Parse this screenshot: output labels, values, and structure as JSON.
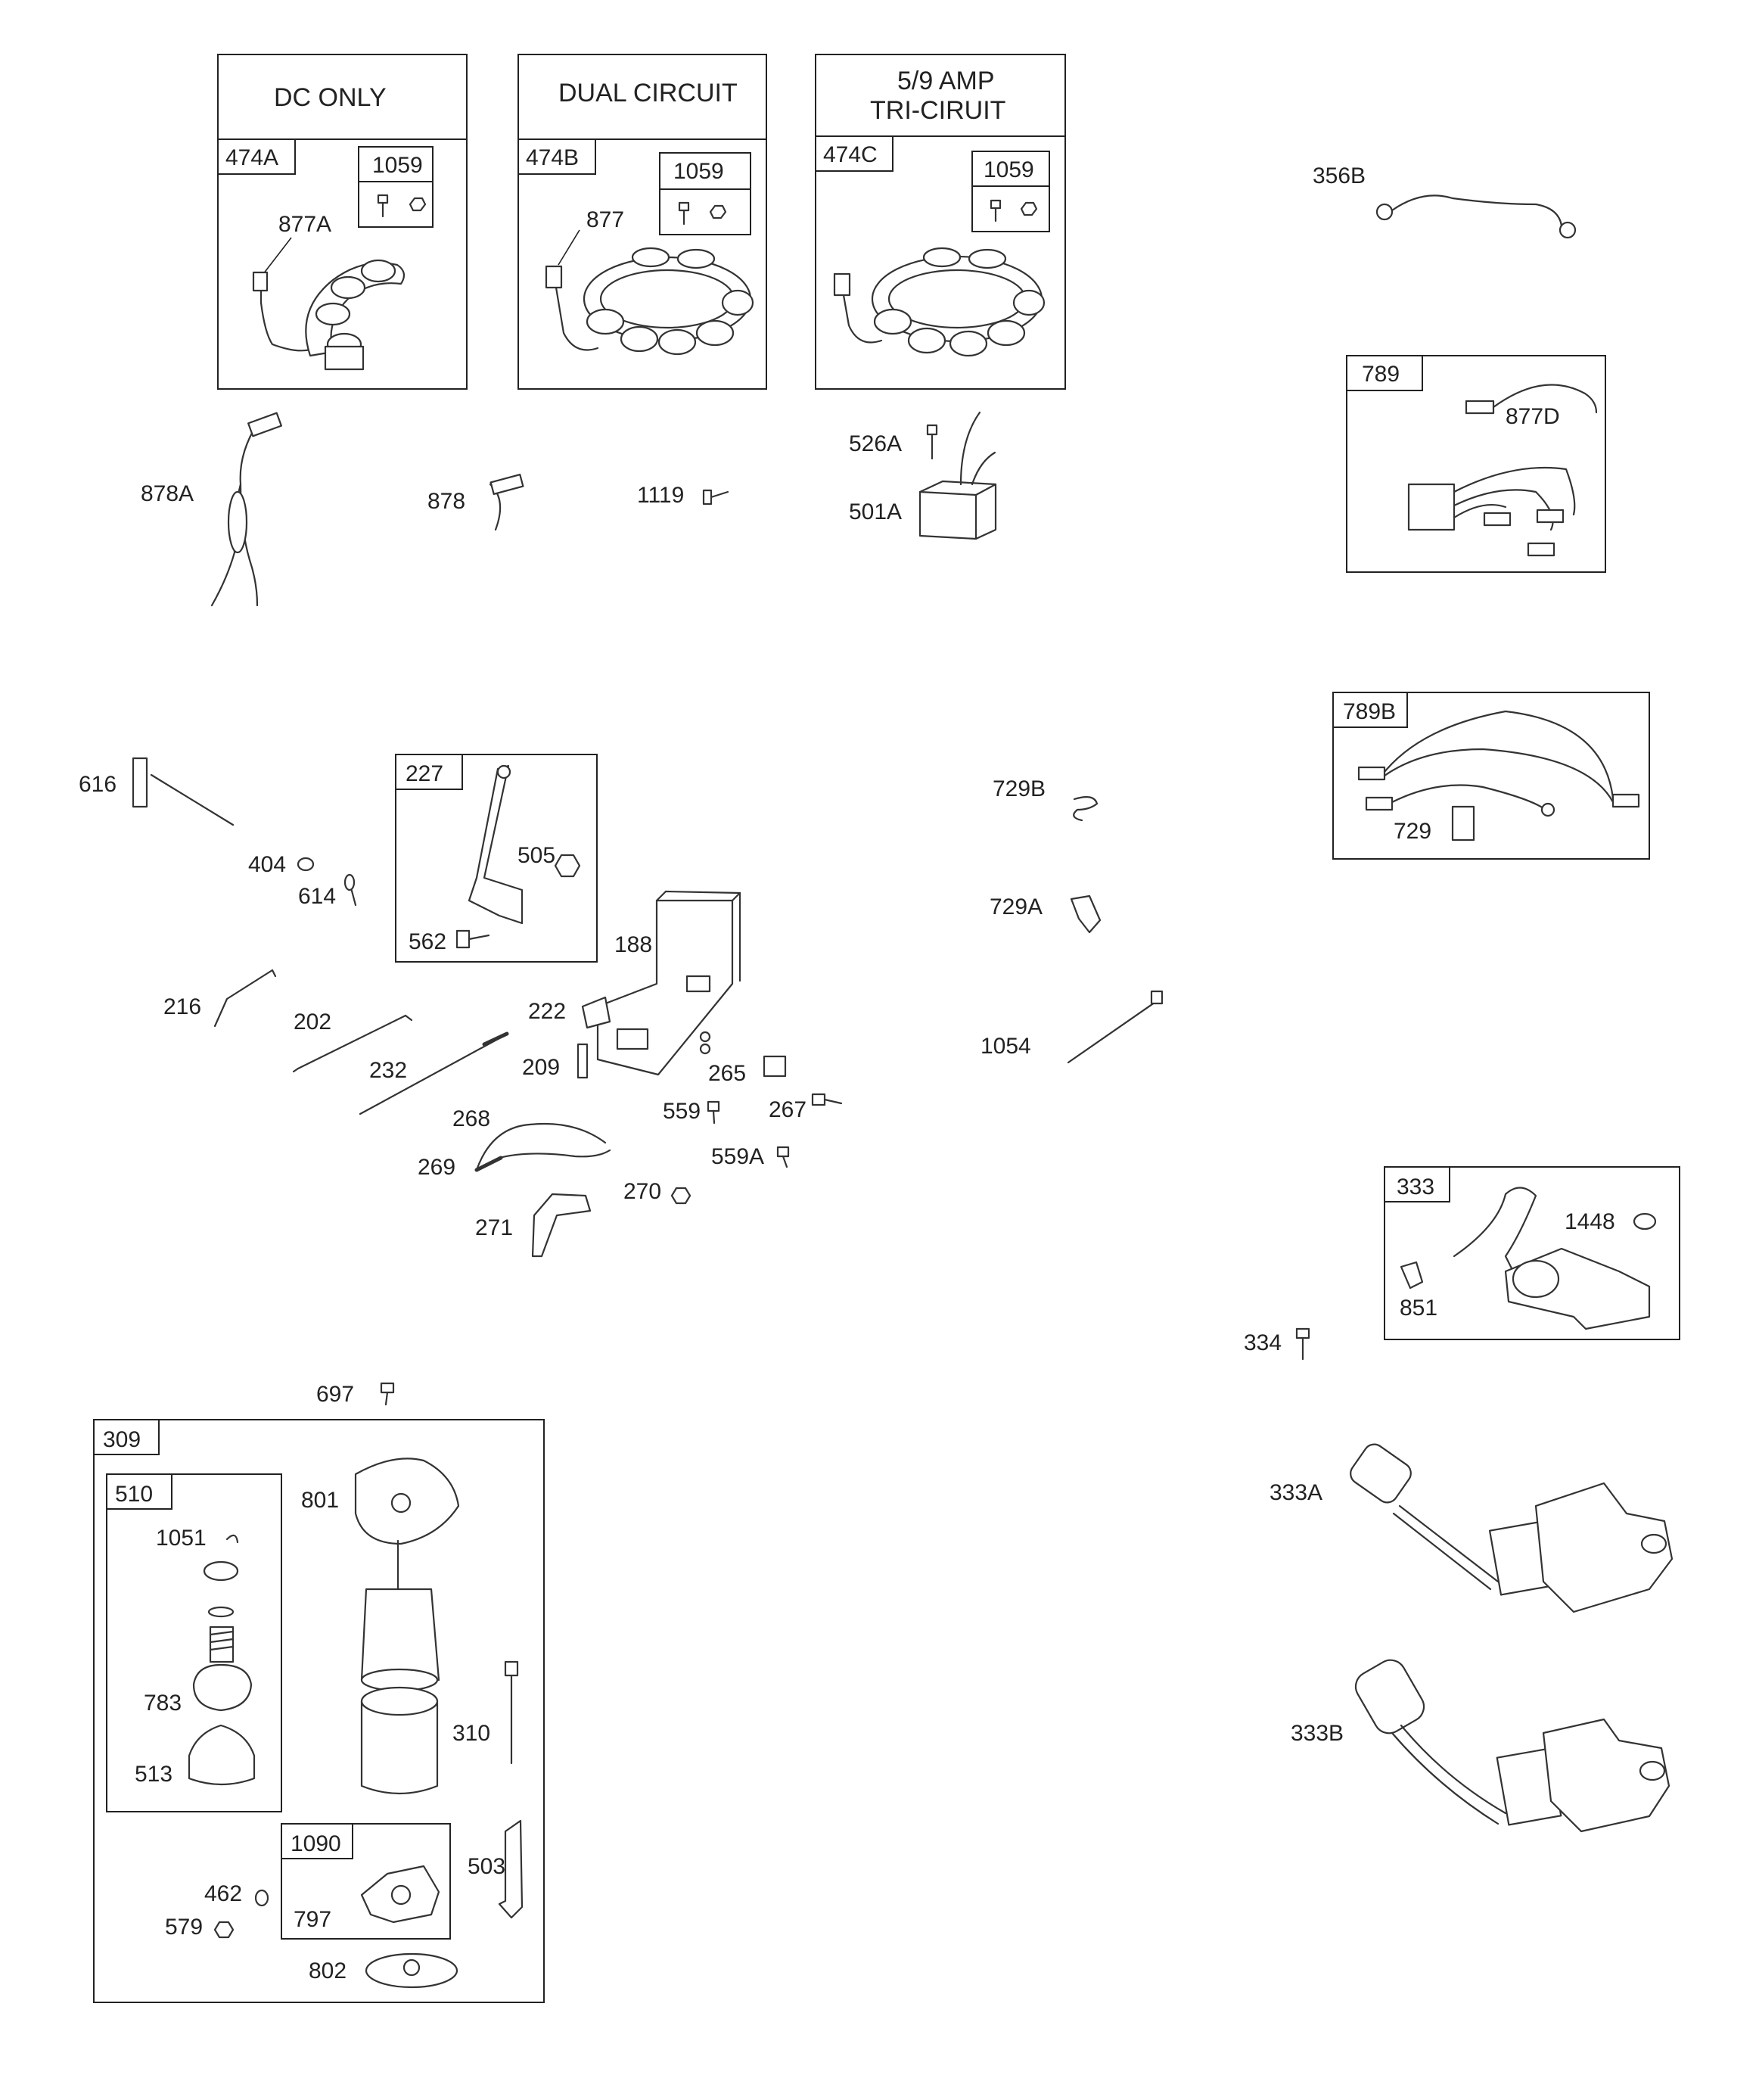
{
  "headers": {
    "dc_only": "DC ONLY",
    "dual_circuit": "DUAL CIRCUIT",
    "tri_line1": "5/9    AMP",
    "tri_line2": "TRI-CIRUIT"
  },
  "labels": {
    "p474A": "474A",
    "p1059a": "1059",
    "p877A": "877A",
    "p474B": "474B",
    "p1059b": "1059",
    "p877": "877",
    "p474C": "474C",
    "p1059c": "1059",
    "p878A": "878A",
    "p878": "878",
    "p1119": "1119",
    "p526A": "526A",
    "p501A": "501A",
    "p356B": "356B",
    "p789": "789",
    "p877D": "877D",
    "p789B": "789B",
    "p729": "729",
    "p616": "616",
    "p404": "404",
    "p614": "614",
    "p227": "227",
    "p505": "505",
    "p562": "562",
    "p188": "188",
    "p216": "216",
    "p202": "202",
    "p222": "222",
    "p232": "232",
    "p209": "209",
    "p265": "265",
    "p559": "559",
    "p267": "267",
    "p268": "268",
    "p559A": "559A",
    "p269": "269",
    "p270": "270",
    "p271": "271",
    "p729B": "729B",
    "p729A": "729A",
    "p1054": "1054",
    "p333": "333",
    "p1448": "1448",
    "p851": "851",
    "p334": "334",
    "p697": "697",
    "p309": "309",
    "p510": "510",
    "p801": "801",
    "p1051": "1051",
    "p783": "783",
    "p513": "513",
    "p310": "310",
    "p1090": "1090",
    "p503": "503",
    "p462": "462",
    "p579": "579",
    "p797": "797",
    "p802": "802",
    "p333A": "333A",
    "p333B": "333B"
  },
  "colors": {
    "line": "#333333",
    "background": "#ffffff"
  }
}
